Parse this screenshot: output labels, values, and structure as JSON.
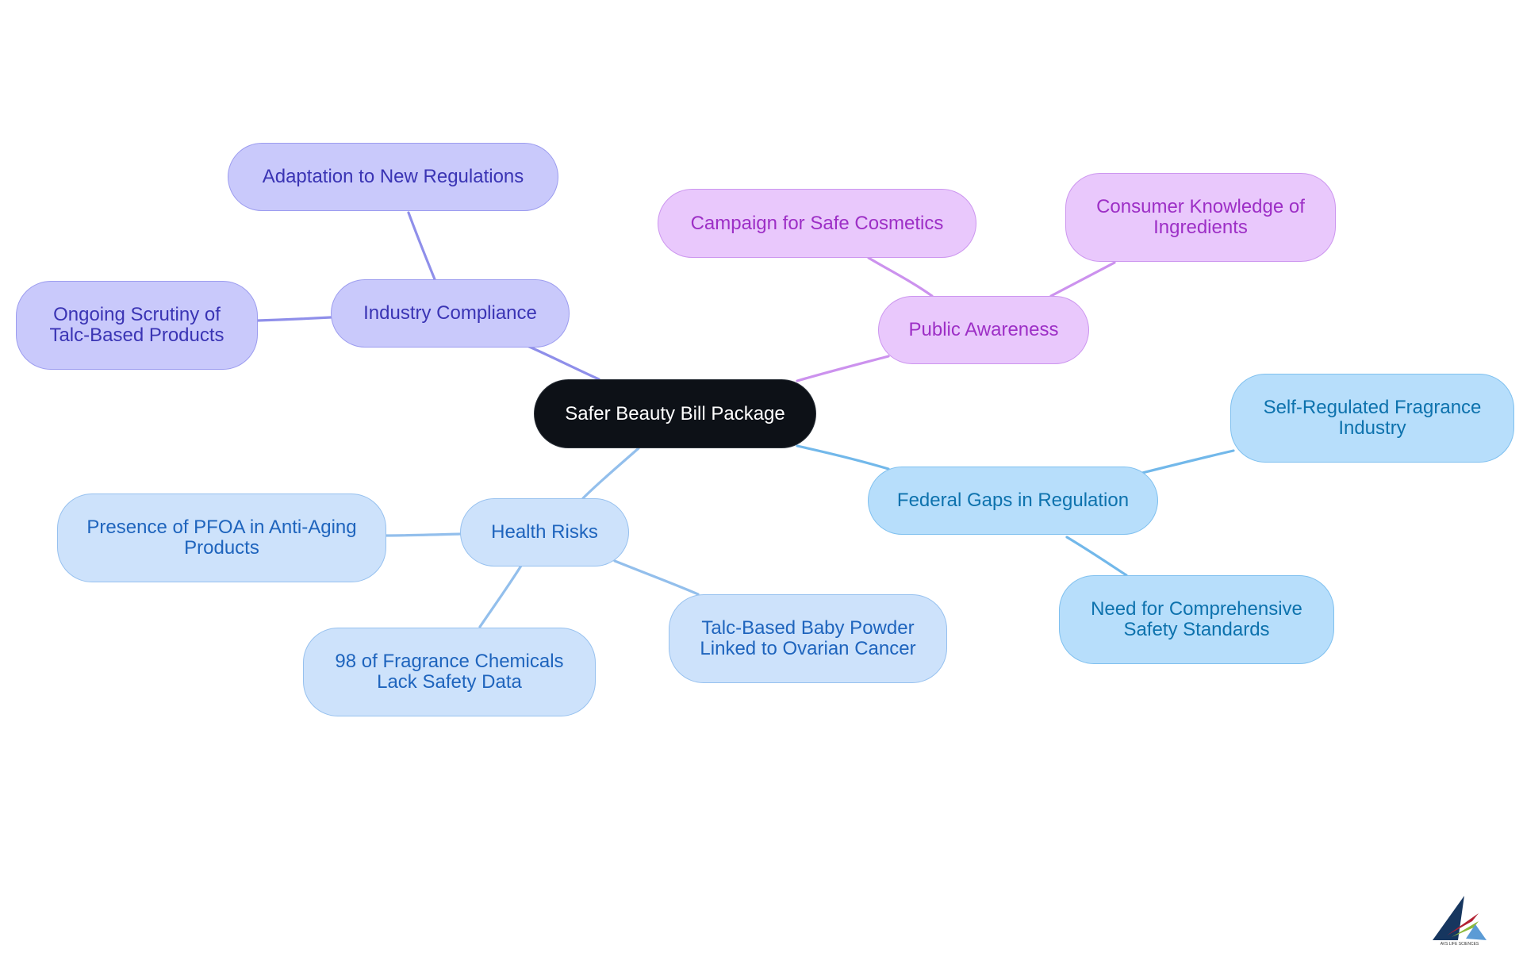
{
  "root": {
    "label": "Safer Beauty Bill Package"
  },
  "branches": {
    "compliance": {
      "label": "Industry Compliance",
      "children": [
        "Adaptation to New Regulations",
        "Ongoing Scrutiny of Talc-Based Products"
      ]
    },
    "awareness": {
      "label": "Public Awareness",
      "children": [
        "Campaign for Safe Cosmetics",
        "Consumer Knowledge of Ingredients"
      ]
    },
    "health": {
      "label": "Health Risks",
      "children": [
        "Presence of PFOA in Anti-Aging Products",
        "98 of Fragrance Chemicals Lack Safety Data",
        "Talc-Based Baby Powder Linked to Ovarian Cancer"
      ]
    },
    "federal": {
      "label": "Federal Gaps in Regulation",
      "children": [
        "Self-Regulated Fragrance Industry",
        "Need for Comprehensive Safety Standards"
      ]
    }
  },
  "colors": {
    "root": "#0d1117",
    "compliance_edge": "#8f8fea",
    "awareness_edge": "#cc92ee",
    "health_edge": "#93bfec",
    "federal_edge": "#72b8ea"
  },
  "logo": {
    "icon": "avs-life-sciences-logo",
    "text": "AVS LIFE SCIENCES"
  }
}
